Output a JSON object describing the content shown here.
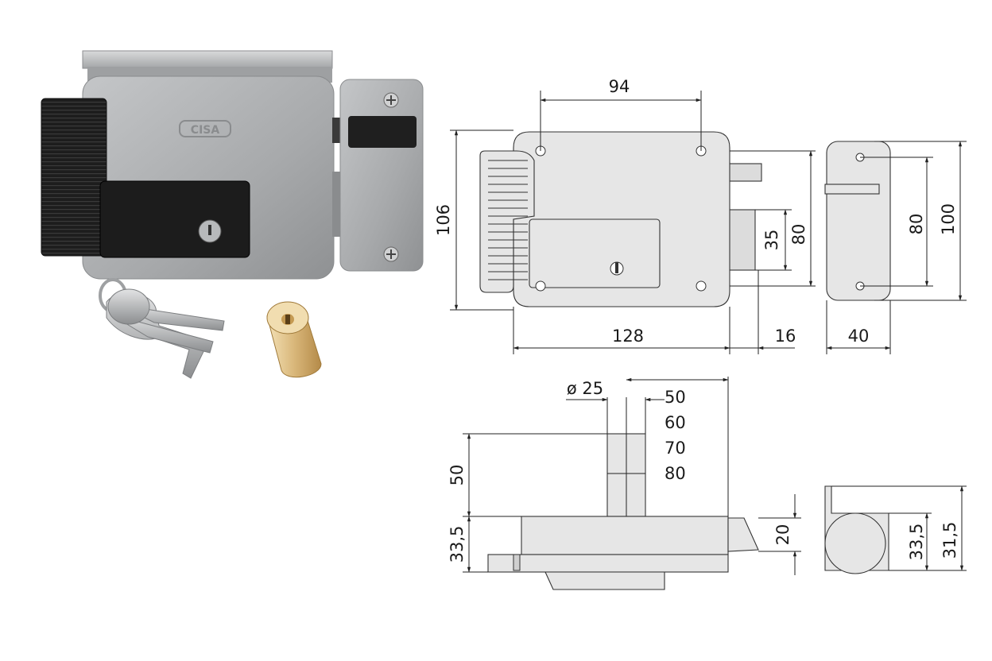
{
  "brand": "CISA",
  "dimensions": {
    "front": {
      "hole_spacing": "94",
      "height": "106",
      "bolt_offset": "35",
      "body_height": "80",
      "width": "128",
      "bolt_projection": "16"
    },
    "side": {
      "plate_hole_spacing": "80",
      "plate_height": "100",
      "plate_width": "40"
    },
    "bottom": {
      "diameter": "ø 25",
      "backset_options": [
        "50",
        "60",
        "70",
        "80"
      ],
      "cylinder_height": "50",
      "case_depth": "33,5",
      "bolt_height": "20"
    },
    "end": {
      "case_depth": "33,5",
      "plate_depth": "31,5"
    }
  },
  "colors": {
    "lock_body": "#a9abad",
    "handle": "#1c1c1c",
    "drawing_fill": "#e6e6e6",
    "cylinder_brass": "#d9b77a"
  }
}
